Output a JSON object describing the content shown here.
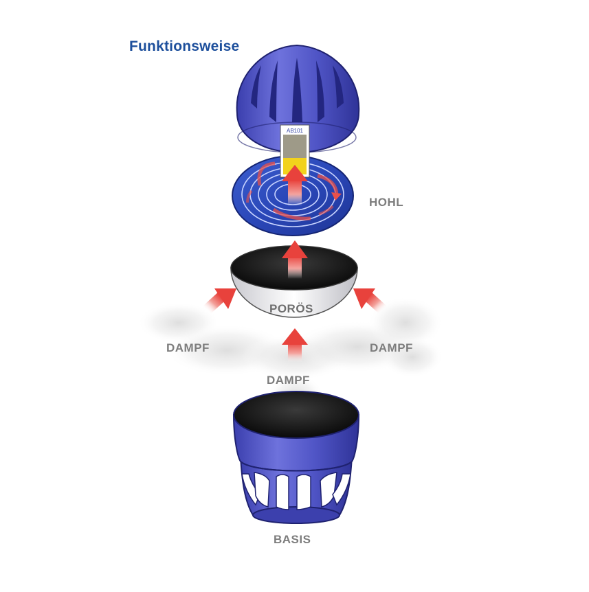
{
  "title": "Funktionsweise",
  "labels": {
    "hohl": "HOHL",
    "poros": "PORÖS",
    "dampf_left": "DAMPF",
    "dampf_right": "DAMPF",
    "dampf_center": "DAMPF",
    "basis": "BASIS"
  },
  "chip_code": "AB101",
  "colors": {
    "title": "#1d4f9c",
    "label": "#7d7d7d",
    "body_blue": "#4a4fc0",
    "arrow_red": "#e8504a",
    "chip_yellow": "#f2d21c"
  },
  "icons": {
    "arrow": "arrow-up-icon",
    "steam": "steam-cloud"
  }
}
